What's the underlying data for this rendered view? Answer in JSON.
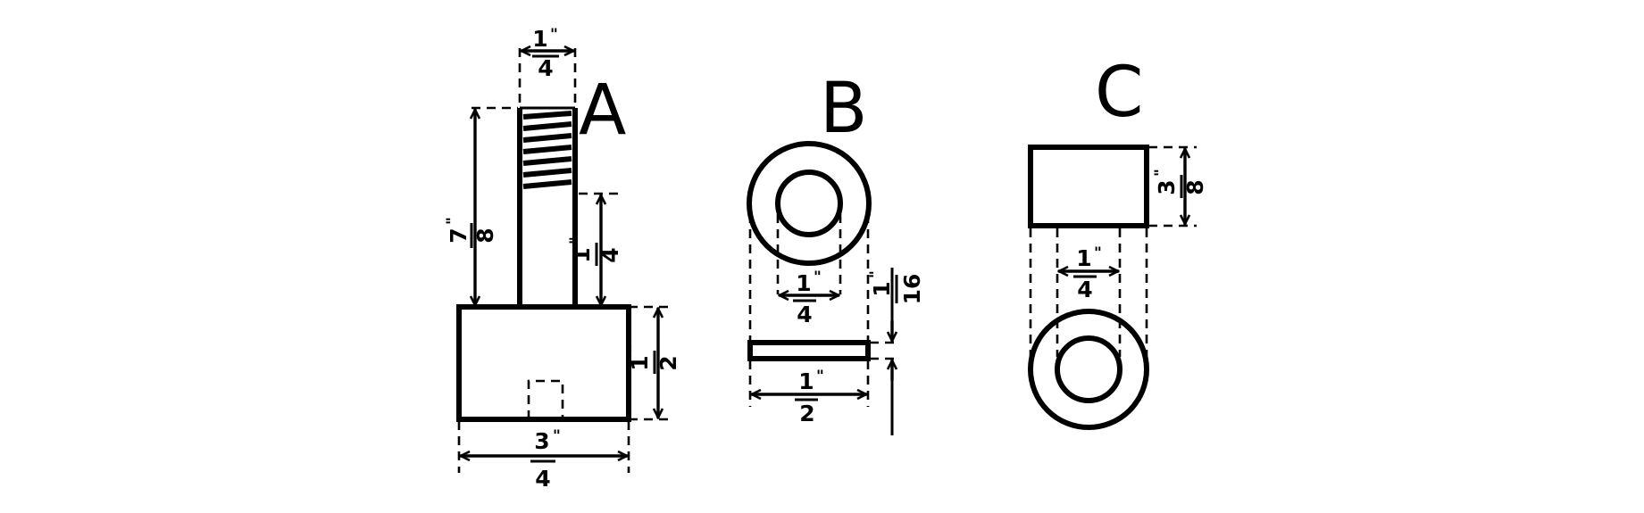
{
  "figure_labels": {
    "a": "A",
    "b": "B",
    "c": "C"
  },
  "dimensions": {
    "a_shank_width": {
      "num": "1",
      "den": "4",
      "unit": "\""
    },
    "a_total_height": {
      "num": "7",
      "den": "8",
      "unit": "\""
    },
    "a_shank_length": {
      "num": "1",
      "den": "4",
      "unit": "\""
    },
    "a_head_height": {
      "num": "1",
      "den": "2",
      "unit": "\""
    },
    "a_head_width": {
      "num": "3",
      "den": "4",
      "unit": "\""
    },
    "b_hole_diameter": {
      "num": "1",
      "den": "4",
      "unit": "\""
    },
    "b_thickness": {
      "num": "1",
      "den": "16",
      "unit": "\""
    },
    "b_outer_diameter": {
      "num": "1",
      "den": "2",
      "unit": "\""
    },
    "c_height": {
      "num": "3",
      "den": "8",
      "unit": "\""
    },
    "c_hole_diameter": {
      "num": "1",
      "den": "4",
      "unit": "\""
    }
  }
}
